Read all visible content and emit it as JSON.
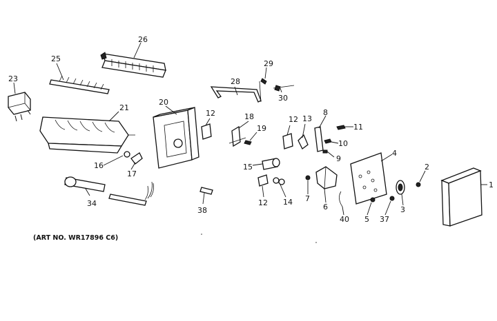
{
  "caption": "(ART NO. WR17896 C6)",
  "callouts": {
    "c1": "1",
    "c2": "2",
    "c3": "3",
    "c4": "4",
    "c5": "5",
    "c6": "6",
    "c7": "7",
    "c8": "8",
    "c9": "9",
    "c10": "10",
    "c11": "11",
    "c12a": "12",
    "c12b": "12",
    "c12c": "12",
    "c13": "13",
    "c14": "14",
    "c15": "15",
    "c16": "16",
    "c17": "17",
    "c18": "18",
    "c19": "19",
    "c20": "20",
    "c21": "21",
    "c23": "23",
    "c25": "25",
    "c26": "26",
    "c28": "28",
    "c29": "29",
    "c30": "30",
    "c34": "34",
    "c37": "37",
    "c38": "38",
    "c40": "40"
  }
}
